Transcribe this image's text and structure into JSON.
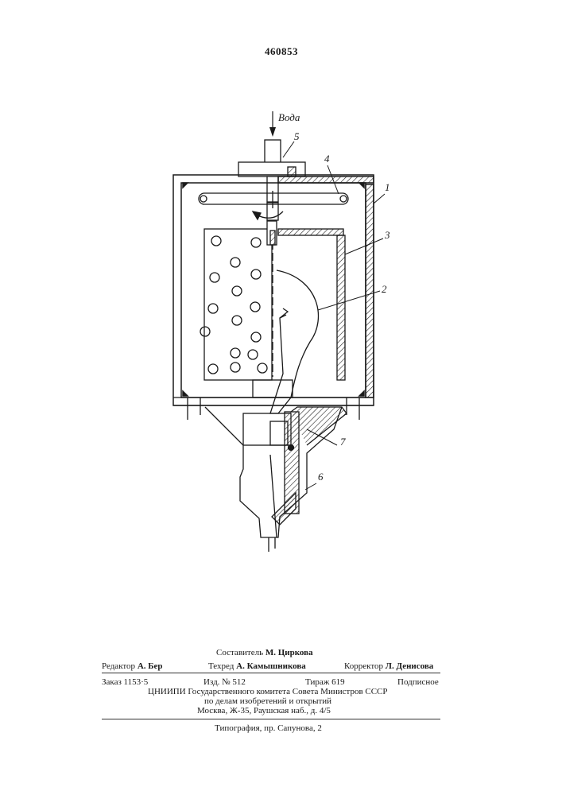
{
  "header": {
    "patent_number": "460853"
  },
  "figure": {
    "water_label": "Вода",
    "callouts": [
      "1",
      "2",
      "3",
      "4",
      "5",
      "6",
      "7"
    ]
  },
  "footer": {
    "compiler_label": "Составитель",
    "compiler_name": "М. Циркова",
    "editor_label": "Редактор",
    "editor_name": "А. Бер",
    "techeditor_label": "Техред",
    "techeditor_name": "А. Камышникова",
    "corrector_label": "Корректор",
    "corrector_name": "Л. Денисова",
    "order": "Заказ 1153·5",
    "edition": "Изд. № 512",
    "circulation": "Тираж 619",
    "subscription": "Подписное",
    "institute_line1": "ЦНИИПИ Государственного комитета Совета Министров СССР",
    "institute_line2": "по делам изобретений и открытий",
    "institute_line3": "Москва, Ж-35, Раушская наб., д. 4/5",
    "printer": "Типография, пр. Сапунова, 2"
  }
}
